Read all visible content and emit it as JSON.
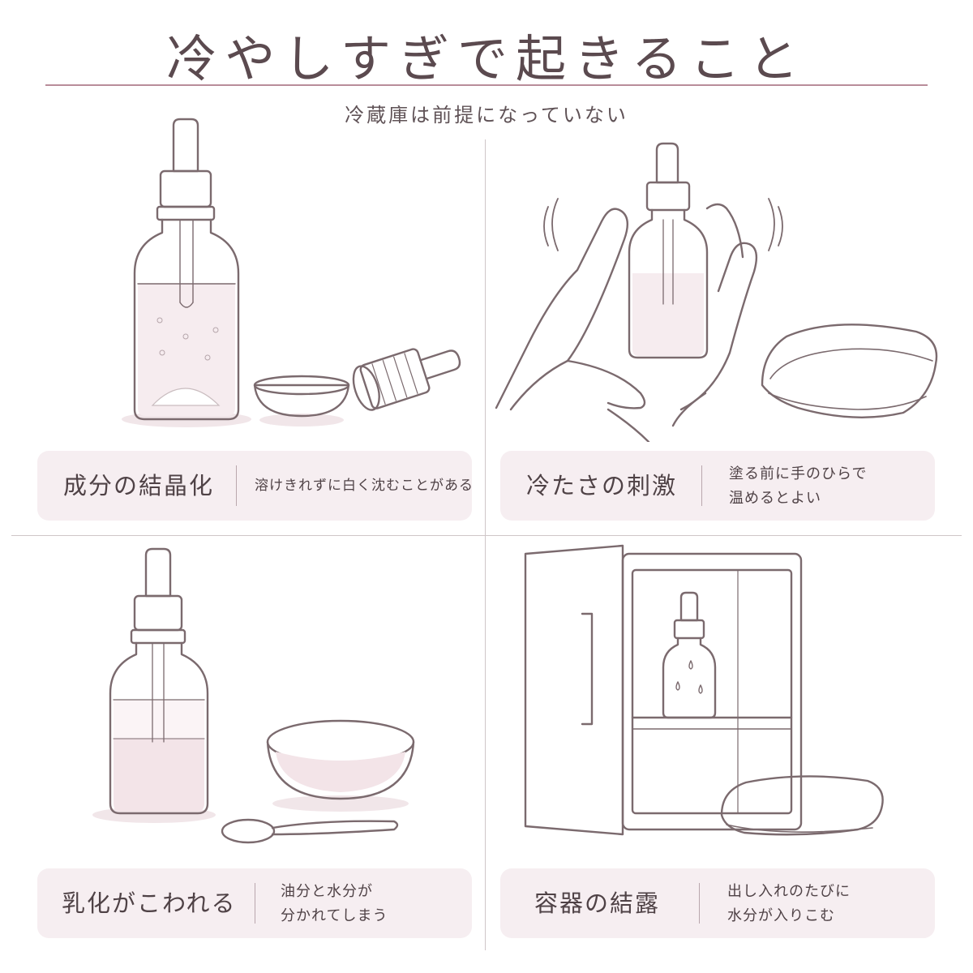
{
  "header": {
    "title": "冷やしすぎで起きること",
    "subtitle": "冷蔵庫は前提になっていない"
  },
  "panels": [
    {
      "name": "成分の結晶化",
      "desc": [
        "溶けきれずに白く沈むことがある"
      ]
    },
    {
      "name": "冷たさの刺激",
      "desc": [
        "塗る前に手のひらで",
        "温めるとよい"
      ]
    },
    {
      "name": "乳化がこわれる",
      "desc": [
        "油分と水分が",
        "分かれてしまう"
      ]
    },
    {
      "name": "容器の結露",
      "desc": [
        "出し入れのたびに",
        "水分が入りこむ"
      ]
    }
  ],
  "colors": {
    "accent_line": "#b98d9a",
    "label_background": "#f6eef1",
    "liquid": "#f3e4e8",
    "text": "#4f4246"
  }
}
